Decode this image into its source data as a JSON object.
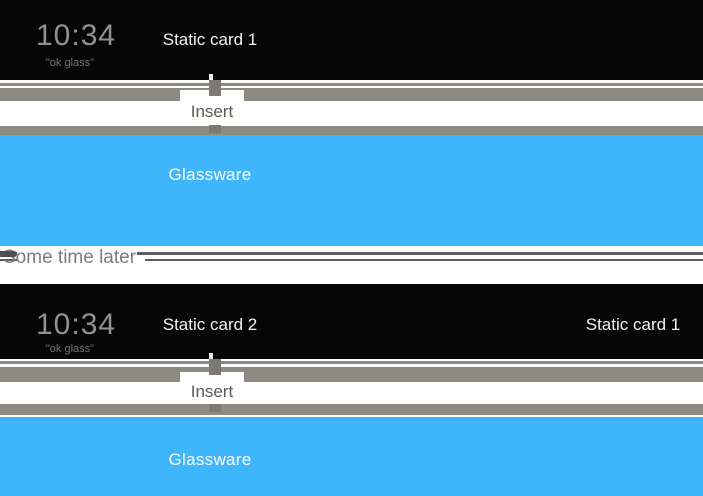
{
  "diagram": {
    "description_colors": {
      "timeline_card_black": "#060606",
      "timeline_bar_gray": "#8d8a82",
      "insert_connector_gray": "#7c7970",
      "glassware_blue": "#3fb5fb",
      "divider_line_gray": "#5d5d5d",
      "insert_text_gray": "#5b5953",
      "clock_gray": "#919191"
    },
    "sections": [
      {
        "time": "10:34",
        "hotword": "\"ok glass\"",
        "card_labels": [
          "Static card 1"
        ],
        "insert_label": "Insert",
        "glassware_label": "Glassware"
      },
      {
        "time": "10:34",
        "hotword": "\"ok glass\"",
        "card_labels": [
          "Static card 2",
          "Static card 1"
        ],
        "insert_label": "Insert",
        "glassware_label": "Glassware"
      }
    ],
    "divider": {
      "label": "Some time later"
    }
  }
}
